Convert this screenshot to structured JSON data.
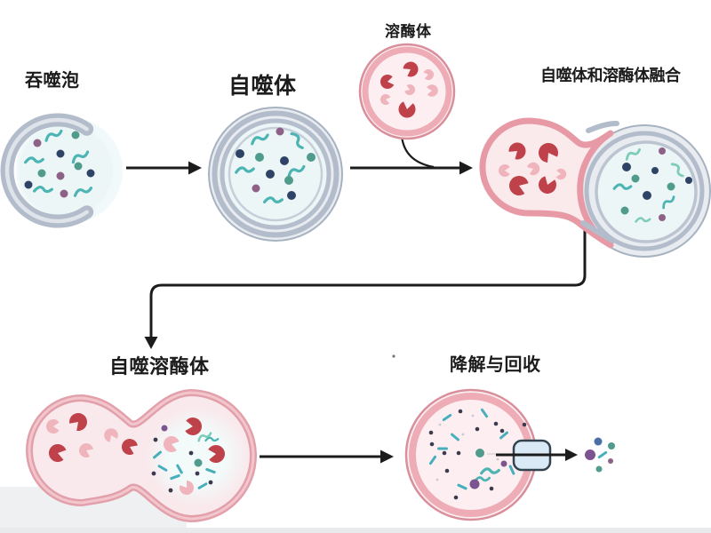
{
  "labels": {
    "phagophore": "吞噬泡",
    "autophagosome": "自噬体",
    "lysosome": "溶酶体",
    "fusion": "自噬体和溶酶体融合",
    "autolysosome": "自噬溶酶体",
    "recycling": "降解与回收"
  },
  "colors": {
    "background": "#ffffff",
    "membrane_gray": "#b2bcca",
    "membrane_gray_edge": "#a6b1c0",
    "membrane_gray_fill": "#e8ecf1",
    "lumen_cyan": "#edf6f7",
    "membrane_pink": "#e79aa5",
    "membrane_pink_deep": "#d98f9b",
    "membrane_pink_band": "#edacb6",
    "membrane_pink_inner": "#f3c6cd",
    "lumen_pink": "#fdeff1",
    "fusion_pink_fill": "#fbeaec",
    "autolysosome_fill": "#f9e9ec",
    "enzyme_red": "#bf4149",
    "enzyme_pink": "#efb4bc",
    "cargo_teal": "#4db4b4",
    "cargo_teal_light": "#7fccba",
    "dot_navy": "#2e4467",
    "dot_teal": "#4f9b8c",
    "dot_mauve": "#8e6187",
    "dot_dark": "#3b3b4d",
    "dot_purple": "#7c5490",
    "dot_blue": "#4a6ea6",
    "dash_teal": "#47aebc",
    "channel_fill": "#d9eaf6",
    "channel_border": "#33424f",
    "arrow_black": "#1c1c1c"
  }
}
